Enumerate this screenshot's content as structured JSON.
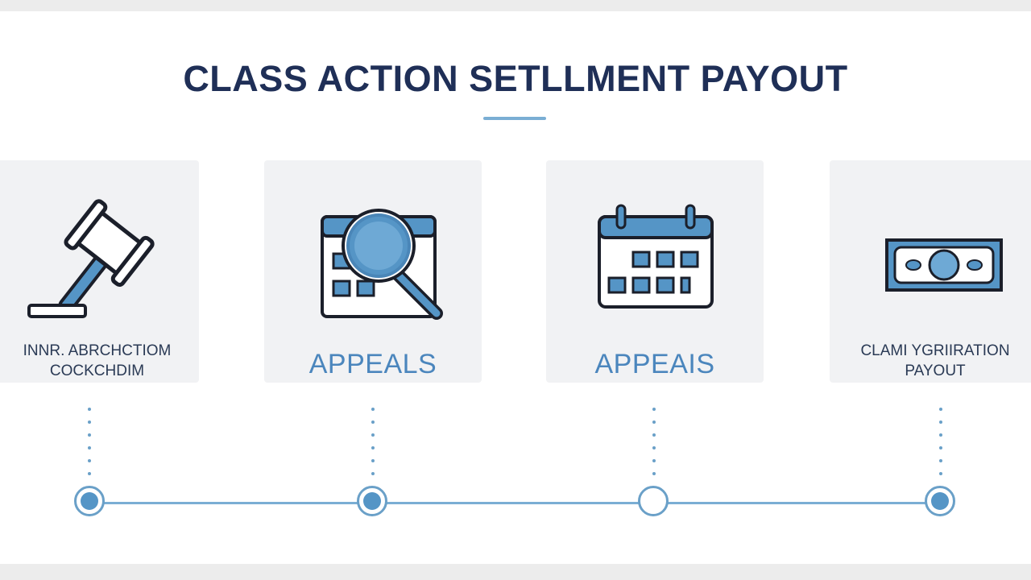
{
  "title": "CLASS ACTION SETLLMENT PAYOUT",
  "colors": {
    "navy": "#1f2f57",
    "accent": "#5595c6",
    "accent_light": "#7aaed4",
    "card_bg": "#f1f2f4"
  },
  "steps": [
    {
      "icon": "gavel-icon",
      "label": "INNR. ABRCHCTIOM\nCOCKCHDIM",
      "node": "filled"
    },
    {
      "icon": "magnifier-calendar-icon",
      "label": "APPEALS",
      "node": "filled"
    },
    {
      "icon": "calendar-icon",
      "label": "APPEAIS",
      "node": "empty"
    },
    {
      "icon": "banknote-icon",
      "label": "CLAMI YGRIIRATION\nPAYOUT",
      "node": "filled"
    }
  ]
}
